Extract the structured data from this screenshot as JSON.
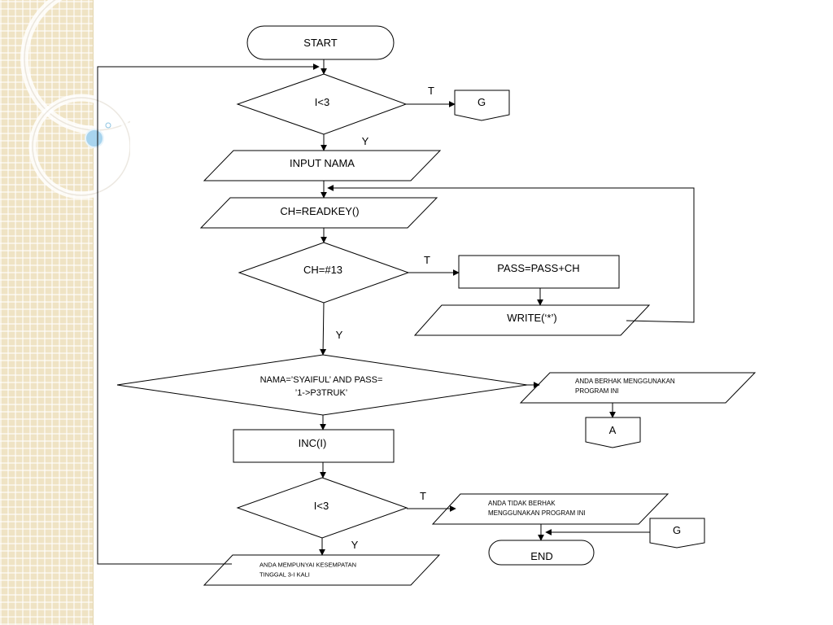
{
  "flow": {
    "start": "START",
    "cond1": "I<3",
    "cond1_true": "T",
    "cond1_false": "Y",
    "goto_g1": "G",
    "input_nama": "INPUT NAMA",
    "readkey": "CH=READKEY()",
    "cond2": "CH=#13",
    "cond2_true": "T",
    "cond2_false": "Y",
    "pass_concat": "PASS=PASS+CH",
    "write_star": "WRITE(‘*’)",
    "cond3_line1": "NAMA=’SYAIFUL’  AND PASS=",
    "cond3_line2": "’1->P3TRUK’",
    "granted_line1": "ANDA BERHAK MENGGUNAKAN",
    "granted_line2": "PROGRAM INI",
    "connector_a": "A",
    "inc": "INC(I)",
    "cond4": "I<3",
    "cond4_true": "T",
    "cond4_false": "Y",
    "denied_line1": "ANDA TIDAK BERHAK",
    "denied_line2": "MENGGUNAKAN PROGRAM INI",
    "goto_g2": "G",
    "end": "END",
    "chance_line1": "ANDA MEMPUNYAI KESEMPATAN",
    "chance_line2": "TINGGAL 3-I KALI"
  }
}
